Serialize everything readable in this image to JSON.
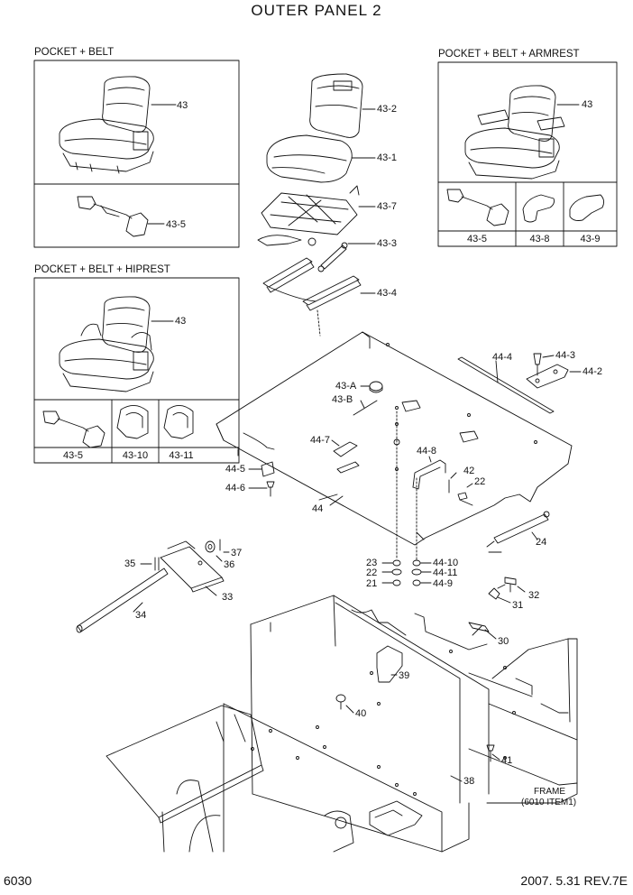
{
  "title": "OUTER PANEL 2",
  "insets": {
    "pocket_belt": {
      "heading": "POCKET + BELT",
      "labels": [
        "43",
        "43-5"
      ]
    },
    "pocket_belt_armrest": {
      "heading": "POCKET + BELT + ARMREST",
      "labels": [
        "43"
      ],
      "cells": [
        "43-5",
        "43-8",
        "43-9"
      ]
    },
    "pocket_belt_hiprest": {
      "heading": "POCKET + BELT + HIPREST",
      "labels": [
        "43"
      ],
      "cells": [
        "43-5",
        "43-10",
        "43-11"
      ]
    }
  },
  "callouts": {
    "seat_back": "43-2",
    "seat_cushion": "43-1",
    "suspension": "43-7",
    "damper": "43-3",
    "rail": "43-4",
    "cap_a": "43-A",
    "cap_b": "43-B",
    "rod_44_4": "44-4",
    "bolt_44_3": "44-3",
    "bracket_44_2": "44-2",
    "latch_44_7": "44-7",
    "handle_44_8": "44-8",
    "pin_42": "42",
    "clip_22a": "22",
    "block_44_5": "44-5",
    "bolt_44_6": "44-6",
    "panel_44": "44",
    "strut_24": "24",
    "nut_23": "23",
    "washer_22": "22",
    "nut_21": "21",
    "nut_44_10": "44-10",
    "washer_44_11": "44-11",
    "nut_44_9": "44-9",
    "pin_37": "37",
    "washer_36": "36",
    "pin_35": "35",
    "plate_33": "33",
    "rod_34": "34",
    "bolt_32": "32",
    "clip_31": "31",
    "pin_30": "30",
    "bracket_39": "39",
    "knob_40": "40",
    "bolt_41": "41",
    "plate_38": "38"
  },
  "frame_note": [
    "FRAME",
    "(6010 ITEM1)"
  ],
  "page_number": "6030",
  "revision": "2007. 5.31  REV.7E"
}
